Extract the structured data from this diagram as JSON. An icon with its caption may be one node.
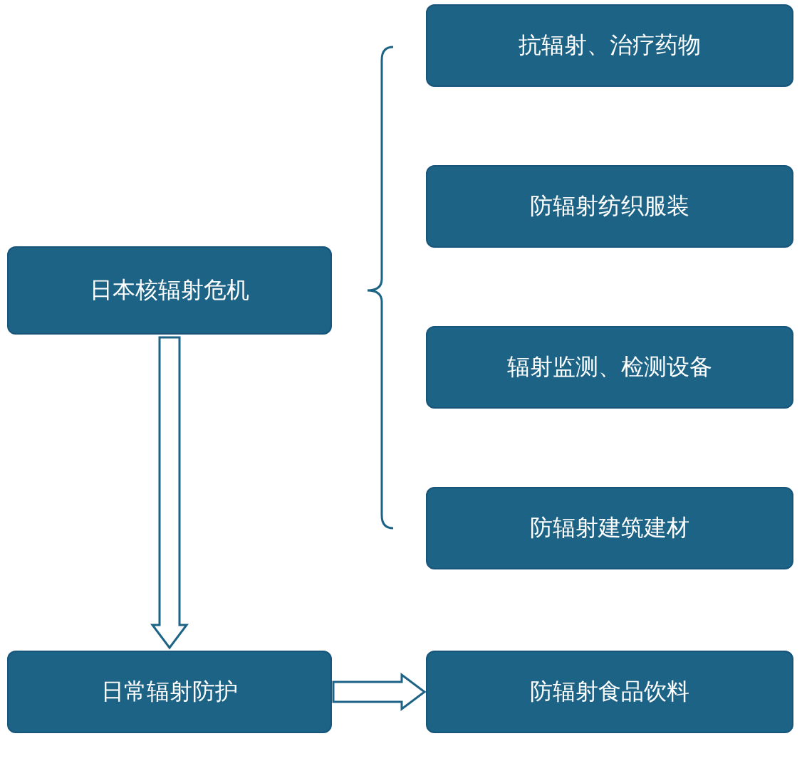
{
  "diagram": {
    "nodes": [
      {
        "text": [
          "日本核辐射危机"
        ]
      },
      {
        "text": [
          "抗辐射、治疗药物"
        ]
      },
      {
        "text": [
          "防辐射纺织服装"
        ]
      },
      {
        "text": [
          "辐射监测、检测设备"
        ]
      },
      {
        "text": [
          "防辐射建筑建材"
        ]
      },
      {
        "text": [
          "日常辐射防护"
        ]
      },
      {
        "text": [
          "防辐射食品饮料"
        ]
      }
    ],
    "edges": [
      {
        "from": 0,
        "to": 5,
        "arrow": "to"
      },
      {
        "from": 5,
        "to": 6,
        "arrow": "to"
      }
    ]
  }
}
